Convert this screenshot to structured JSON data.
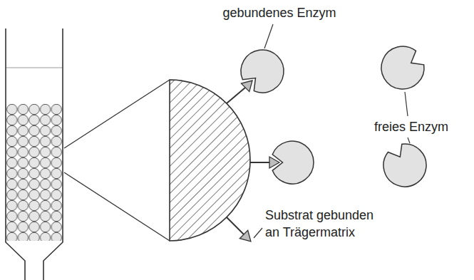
{
  "diagram": {
    "labels": [
      "gebundenes Enzym",
      "freies Enzym",
      "Substrat gebunden an Trägermatrix"
    ]
  }
}
